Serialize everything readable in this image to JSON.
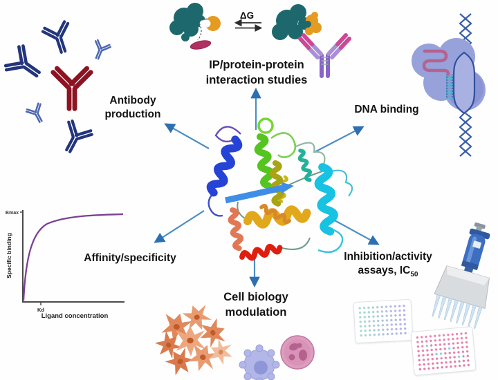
{
  "labels": {
    "antibody_production_1": "Antibody",
    "antibody_production_2": "production",
    "ip_1": "IP/protein-protein",
    "ip_2": "interaction studies",
    "delta_g": "ΔG",
    "dna_binding": "DNA binding",
    "affinity": "Affinity/specificity",
    "inhibition_1": "Inhibition/activity",
    "inhibition_2_main": "assays, IC",
    "inhibition_2_sub": "50",
    "cell_1": "Cell biology",
    "cell_2": "modulation"
  },
  "graph": {
    "type": "saturation-binding-curve",
    "bmax_label": "Bmax",
    "ylabel": "Specific binding",
    "xlabel": "Ligand concentration",
    "kd_label": "Kd",
    "curve_color": "#7b4093",
    "description": "hyperbolic specific-binding curve rising from origin and plateauing at Bmax; Kd marked on x-axis"
  },
  "colors": {
    "antibody_navy": "#23357c",
    "antibody_red": "#8e1322",
    "antibody_light": "#4d68b2",
    "protein_teal": "#1d686c",
    "ligand_orange": "#e59a20",
    "peptide_magenta": "#b03062",
    "ig_purple": "#8a63c8",
    "ig_lavender": "#a98fd8",
    "ig_pink": "#cc4897",
    "dna_blob": "#97a1da",
    "dna_strand": "#3a5fa8",
    "dna_rna_red": "#b5628e",
    "fibroblast_orange": "#e0885c",
    "cell_purple": "#b3b7e7",
    "cell_pink": "#dd9dbe",
    "pipette_blue": "#3c6ec2",
    "plate_pink": "#e87ba6",
    "arrow_blue": "#4a8fc4"
  }
}
